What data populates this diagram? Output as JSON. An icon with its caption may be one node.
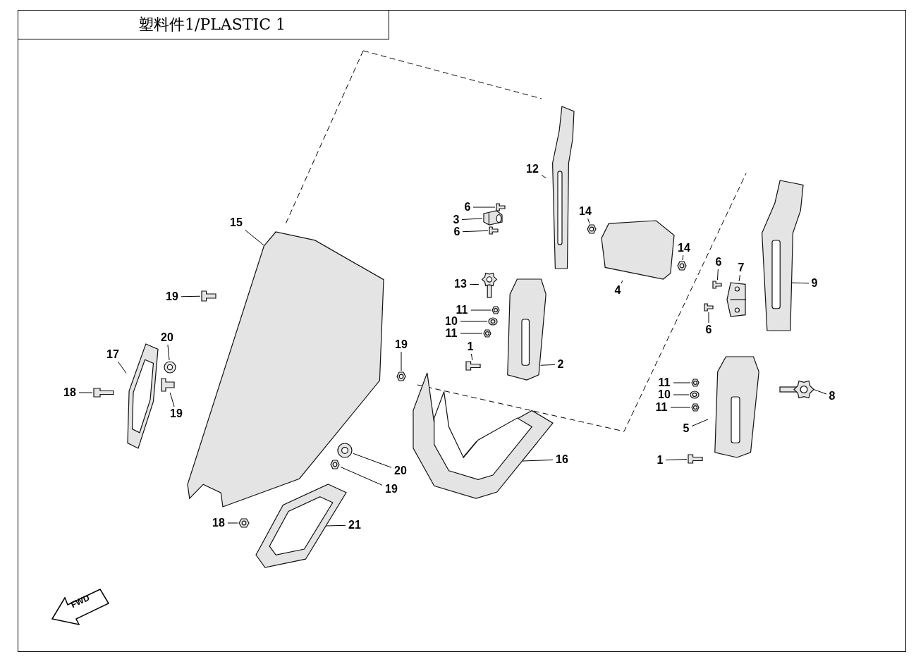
{
  "diagram": {
    "title": "塑料件1/PLASTIC 1",
    "nodes": [
      {
        "text": [
          "12"
        ]
      },
      {
        "text": [
          "6"
        ]
      },
      {
        "text": [
          "3"
        ]
      },
      {
        "text": [
          "6"
        ]
      },
      {
        "text": [
          "14"
        ]
      },
      {
        "text": [
          "15"
        ]
      },
      {
        "text": [
          "14"
        ]
      },
      {
        "text": [
          "6"
        ]
      },
      {
        "text": [
          "7"
        ]
      },
      {
        "text": [
          "9"
        ]
      },
      {
        "text": [
          "13"
        ]
      },
      {
        "text": [
          "4"
        ]
      },
      {
        "text": [
          "19"
        ]
      },
      {
        "text": [
          "11"
        ]
      },
      {
        "text": [
          "6"
        ]
      },
      {
        "text": [
          "10"
        ]
      },
      {
        "text": [
          "11"
        ]
      },
      {
        "text": [
          "20"
        ]
      },
      {
        "text": [
          "19"
        ]
      },
      {
        "text": [
          "17"
        ]
      },
      {
        "text": [
          "1"
        ]
      },
      {
        "text": [
          "2"
        ]
      },
      {
        "text": [
          "11"
        ]
      },
      {
        "text": [
          "10"
        ]
      },
      {
        "text": [
          "8"
        ]
      },
      {
        "text": [
          "18"
        ]
      },
      {
        "text": [
          "11"
        ]
      },
      {
        "text": [
          "19"
        ]
      },
      {
        "text": [
          "5"
        ]
      },
      {
        "text": [
          "16"
        ]
      },
      {
        "text": [
          "1"
        ]
      },
      {
        "text": [
          "20"
        ]
      },
      {
        "text": [
          "19"
        ]
      },
      {
        "text": [
          "18"
        ]
      },
      {
        "text": [
          "21"
        ]
      },
      {
        "text": [],
        "shape": "picture"
      },
      {
        "text": [],
        "shape": "picture"
      },
      {
        "text": [],
        "shape": "picture"
      },
      {
        "text": [],
        "shape": "picture"
      },
      {
        "text": [],
        "shape": "picture"
      },
      {
        "text": [],
        "shape": "picture"
      },
      {
        "text": [],
        "shape": "picture"
      },
      {
        "text": [],
        "shape": "picture"
      },
      {
        "text": [],
        "shape": "picture"
      },
      {
        "text": [],
        "shape": "picture"
      },
      {
        "text": [],
        "shape": "picture"
      },
      {
        "text": [],
        "shape": "picture"
      },
      {
        "text": [],
        "shape": "picture"
      },
      {
        "text": [],
        "shape": "picture"
      },
      {
        "text": [],
        "shape": "picture"
      },
      {
        "text": [],
        "shape": "picture"
      },
      {
        "text": [],
        "shape": "picture"
      },
      {
        "text": [],
        "shape": "picture"
      },
      {
        "text": [],
        "shape": "picture"
      },
      {
        "text": [],
        "shape": "picture"
      },
      {
        "text": [],
        "shape": "picture"
      },
      {
        "text": [],
        "shape": "picture"
      },
      {
        "text": [],
        "shape": "picture"
      },
      {
        "text": [],
        "shape": "picture"
      },
      {
        "text": [],
        "shape": "picture"
      },
      {
        "text": [],
        "shape": "picture"
      },
      {
        "text": [],
        "shape": "picture"
      },
      {
        "text": [],
        "shape": "picture"
      },
      {
        "text": [],
        "shape": "picture"
      },
      {
        "text": [],
        "shape": "picture"
      },
      {
        "text": [],
        "shape": "picture"
      },
      {
        "text": [],
        "shape": "picture"
      },
      {
        "text": [],
        "shape": "picture"
      },
      {
        "text": [],
        "shape": "picture"
      },
      {
        "text": [],
        "shape": "picture"
      }
    ],
    "edges": [
      {
        "from": 0,
        "to": 35,
        "arrow": "none"
      },
      {
        "from": 1,
        "to": 36,
        "arrow": "none"
      },
      {
        "from": 2,
        "to": 37,
        "arrow": "none"
      },
      {
        "from": 3,
        "to": 38,
        "arrow": "none"
      },
      {
        "from": 4,
        "to": 39,
        "arrow": "none"
      },
      {
        "from": 5,
        "to": 40,
        "arrow": "none"
      },
      {
        "from": 6,
        "to": 41,
        "arrow": "none"
      },
      {
        "from": 7,
        "to": 42,
        "arrow": "none"
      },
      {
        "from": 8,
        "to": 43,
        "arrow": "none"
      },
      {
        "from": 9,
        "to": 44,
        "arrow": "none"
      },
      {
        "from": 10,
        "to": 45,
        "arrow": "none"
      },
      {
        "from": 11,
        "to": 46,
        "arrow": "none"
      },
      {
        "from": 12,
        "to": 47,
        "arrow": "none"
      },
      {
        "from": 13,
        "to": 48,
        "arrow": "none"
      },
      {
        "from": 14,
        "to": 49,
        "arrow": "none"
      },
      {
        "from": 15,
        "to": 50,
        "arrow": "none"
      },
      {
        "from": 16,
        "to": 51,
        "arrow": "none"
      },
      {
        "from": 17,
        "to": 52,
        "arrow": "none"
      },
      {
        "from": 18,
        "to": 53,
        "arrow": "none"
      },
      {
        "from": 19,
        "to": 54,
        "arrow": "none"
      },
      {
        "from": 20,
        "to": 55,
        "arrow": "none"
      },
      {
        "from": 21,
        "to": 56,
        "arrow": "none"
      },
      {
        "from": 22,
        "to": 57,
        "arrow": "none"
      },
      {
        "from": 23,
        "to": 58,
        "arrow": "none"
      },
      {
        "from": 24,
        "to": 59,
        "arrow": "none"
      },
      {
        "from": 25,
        "to": 60,
        "arrow": "none"
      },
      {
        "from": 26,
        "to": 61,
        "arrow": "none"
      },
      {
        "from": 27,
        "to": 62,
        "arrow": "none"
      },
      {
        "from": 28,
        "to": 63,
        "arrow": "none"
      },
      {
        "from": 29,
        "to": 64,
        "arrow": "none"
      },
      {
        "from": 30,
        "to": 65,
        "arrow": "none"
      },
      {
        "from": 31,
        "to": 66,
        "arrow": "none"
      },
      {
        "from": 32,
        "to": 67,
        "arrow": "none"
      },
      {
        "from": 33,
        "to": 68,
        "arrow": "none"
      },
      {
        "from": 34,
        "to": 69,
        "arrow": "none"
      }
    ],
    "labels": [
      "FWD"
    ]
  }
}
